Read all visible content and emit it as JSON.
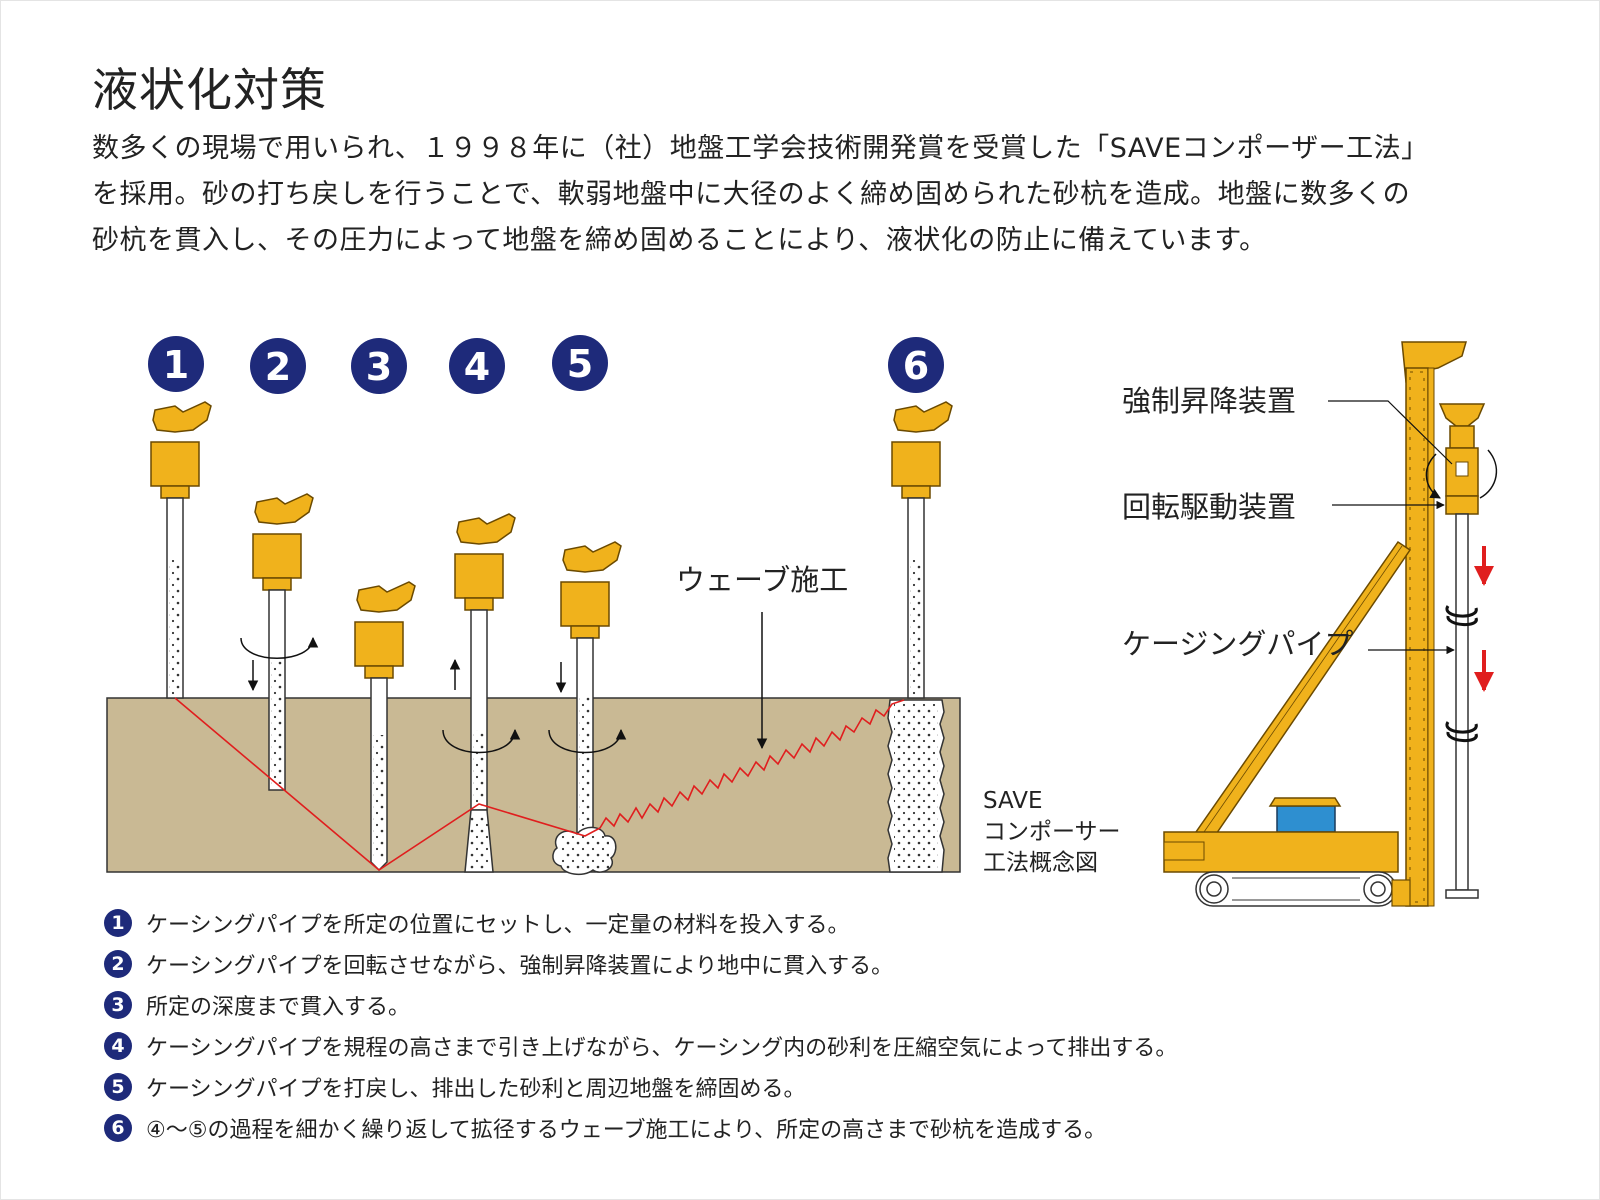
{
  "title": "液状化対策",
  "intro": "数多くの現場で用いられ、１９９８年に（社）地盤工学会技術開発賞を受賞した「SAVEコンポーザー工法」\nを採用。砂の打ち戻しを行うことで、軟弱地盤中に大径のよく締め固められた砂杭を造成。地盤に数多くの\n砂杭を貫入し、その圧力によって地盤を締め固めることにより、液状化の防止に備えています。",
  "diagram": {
    "stage_numbers": [
      "1",
      "2",
      "3",
      "4",
      "5",
      "6"
    ],
    "wave_label": "ウェーブ施工",
    "caption_lines": [
      "SAVE",
      "コンポーサー",
      "工法概念図"
    ]
  },
  "machine": {
    "labels": [
      "強制昇降装置",
      "回転駆動装置",
      "ケージングパイプ"
    ]
  },
  "steps": [
    {
      "num": "1",
      "text": "ケーシングパイプを所定の位置にセットし、一定量の材料を投入する。"
    },
    {
      "num": "2",
      "text": "ケーシングパイプを回転させながら、強制昇降装置により地中に貫入する。"
    },
    {
      "num": "3",
      "text": "所定の深度まで貫入する。"
    },
    {
      "num": "4",
      "text": "ケーシングパイプを規程の高さまで引き上げながら、ケーシング内の砂利を圧縮空気によって排出する。"
    },
    {
      "num": "5",
      "text": "ケーシングパイプを打戻し、排出した砂利と周辺地盤を締固める。"
    },
    {
      "num": "6",
      "text": "④〜⑤の過程を細かく繰り返して拡径するウェーブ施工により、所定の高さまで砂杭を造成する。"
    }
  ],
  "colors": {
    "ground": "#c9b994",
    "machine": "#f0b21c",
    "number_badge": "#1e2a7a",
    "wave_line": "#e01e1e",
    "cab": "#2e8fd0"
  }
}
